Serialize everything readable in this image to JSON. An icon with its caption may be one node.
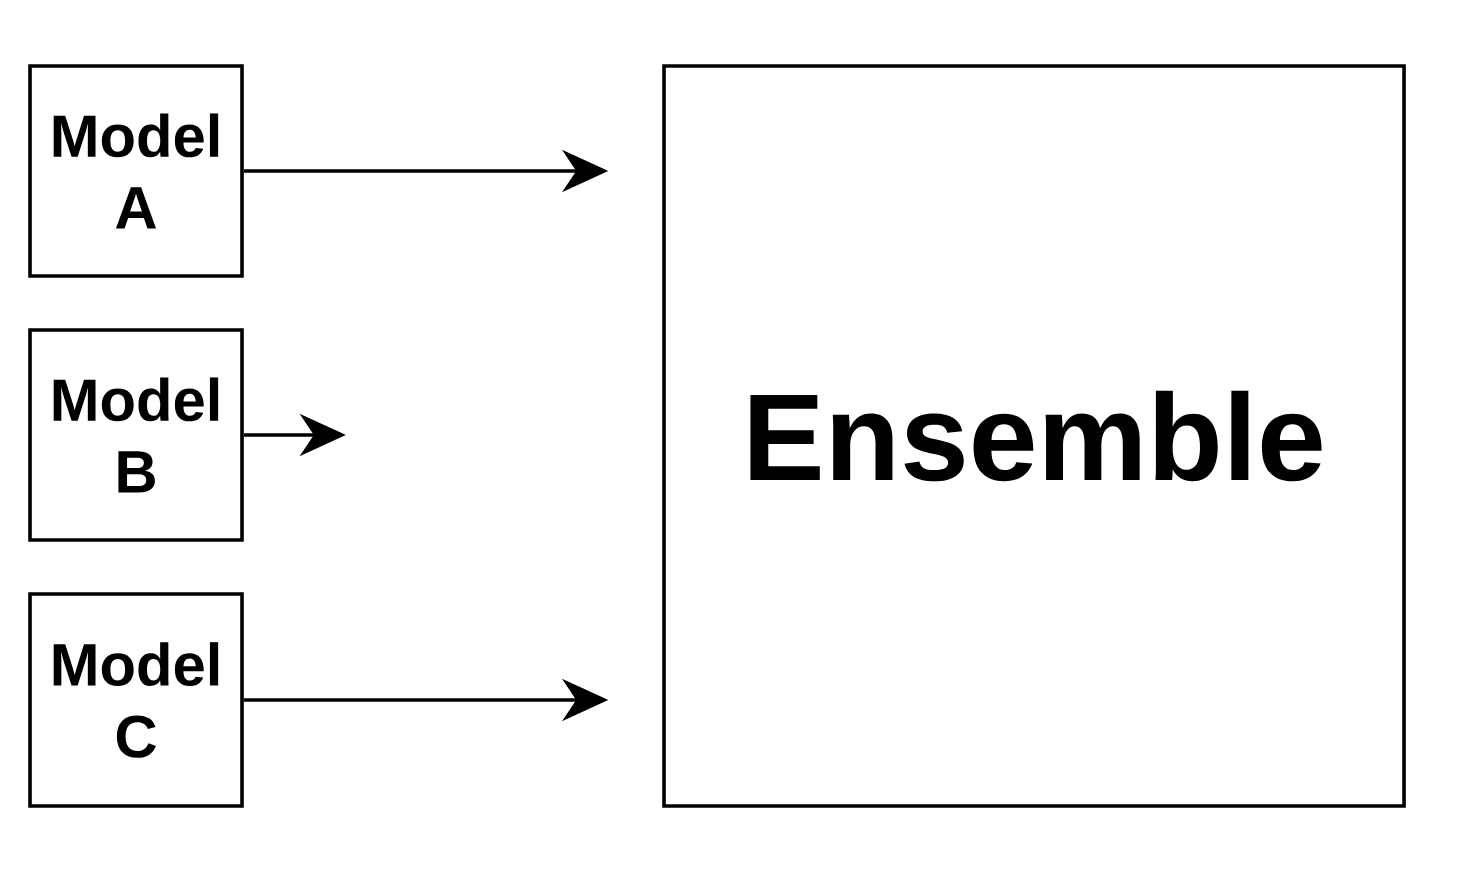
{
  "diagram": {
    "nodes": [
      {
        "text": [
          "Model A"
        ]
      },
      {
        "text": [
          "Model B"
        ]
      },
      {
        "text": [
          "Model C"
        ]
      },
      {
        "text": [
          "Ensemble"
        ]
      }
    ],
    "edges": [
      {
        "from": 0,
        "to": 3,
        "arrow": "to"
      },
      {
        "from": 1,
        "to": null,
        "arrow": "to"
      },
      {
        "from": 2,
        "to": 3,
        "arrow": "to"
      }
    ]
  }
}
